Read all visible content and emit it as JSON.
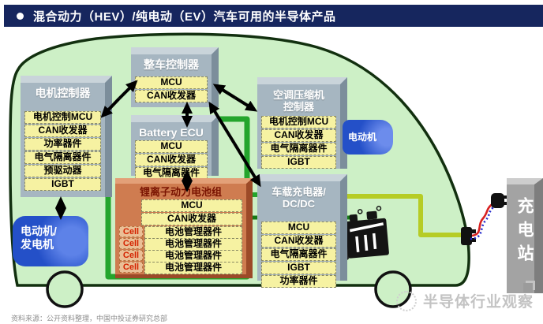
{
  "header": {
    "bullet": "●",
    "title": "混合动力（HEV）/纯电动（EV）汽车可用的半导体产品"
  },
  "boxes": {
    "motor_controller": {
      "title": "电机控制器",
      "items": [
        "电机控制MCU",
        "CAN收发器",
        "功率器件",
        "电气隔离器件",
        "预驱动器",
        "IGBT"
      ]
    },
    "vehicle_controller": {
      "title": "整车控制器",
      "items": [
        "MCU",
        "CAN收发器"
      ]
    },
    "battery_ecu": {
      "title": "Battery ECU",
      "items": [
        "MCU",
        "CAN收发器",
        "电气隔离器件"
      ]
    },
    "battery_pack": {
      "title": "锂离子动力电池组",
      "items": [
        "MCU",
        "CAN收发器"
      ],
      "cells": [
        "Cell",
        "Cell",
        "Cell",
        "Cell"
      ],
      "cell_items": [
        "电池管理器件",
        "电池管理器件",
        "电池管理器件",
        "电池管理器件"
      ]
    },
    "ac_compressor": {
      "title_line1": "空调压缩机",
      "title_line2": "控制器",
      "items": [
        "电机控制MCU",
        "CAN收发器",
        "电气隔离器件",
        "IGBT"
      ]
    },
    "onboard_charger": {
      "title_line1": "车载充电器/",
      "title_line2": "DC/DC",
      "items": [
        "MCU",
        "CAN收发器",
        "电气隔离器件",
        "IGBT",
        "功率器件"
      ]
    }
  },
  "labels": {
    "motor_generator_line1": "电动机/",
    "motor_generator_line2": "发电机",
    "motor": "电动机",
    "charging_station": "充电站"
  },
  "footer": {
    "source": "资料来源：公开资料整理，中国中投证券研究总部",
    "watermark": "半导体行业观察"
  },
  "colors": {
    "header_bg": "#16265e",
    "car_fill": "#cdf0c6",
    "car_outline": "#12300f",
    "box_gray": "#a6b6c1",
    "chip_yellow": "#f6f2a2",
    "battery_pack_orange": "#cf7c50",
    "cell_red": "#d42300",
    "machine_blue": "#2450c8",
    "green_bus": "#24a52c",
    "dark_green_bus": "#157a15",
    "cable_yellow_green": "#b6cc25",
    "cable_red": "#d82020",
    "cable_blue": "#2228cc",
    "station_gray": "#a3a3a3"
  }
}
